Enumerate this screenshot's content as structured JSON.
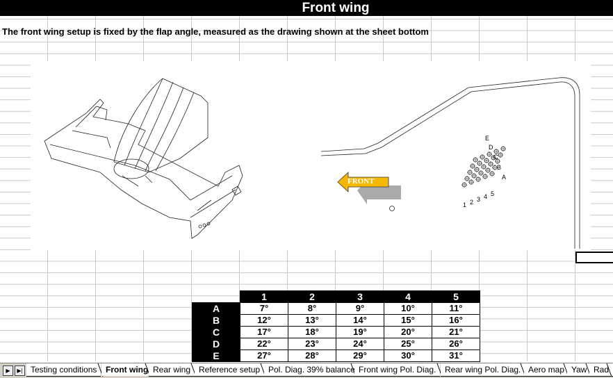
{
  "sheet": {
    "title": "Front wing",
    "description": "The front wing setup is fixed by the flap angle, measured as the drawing shown at the sheet bottom"
  },
  "drawing": {
    "arrow_label": "FRONT",
    "hole_rows": [
      "A",
      "B",
      "C",
      "D",
      "E"
    ],
    "hole_cols": [
      "1",
      "2",
      "3",
      "4",
      "5"
    ],
    "arrow_color": "#f5b800"
  },
  "setup_table": {
    "columns": [
      "1",
      "2",
      "3",
      "4",
      "5"
    ],
    "rows": [
      {
        "label": "A",
        "values": [
          "7°",
          "8°",
          "9°",
          "10°",
          "11°"
        ]
      },
      {
        "label": "B",
        "values": [
          "12°",
          "13°",
          "14°",
          "15°",
          "16°"
        ]
      },
      {
        "label": "C",
        "values": [
          "17°",
          "18°",
          "19°",
          "20°",
          "21°"
        ]
      },
      {
        "label": "D",
        "values": [
          "22°",
          "23°",
          "24°",
          "25°",
          "26°"
        ]
      },
      {
        "label": "E",
        "values": [
          "27°",
          "28°",
          "29°",
          "30°",
          "31°"
        ]
      }
    ]
  },
  "tabs": [
    {
      "label": "Testing conditions",
      "active": false
    },
    {
      "label": "Front wing",
      "active": true
    },
    {
      "label": "Rear wing",
      "active": false
    },
    {
      "label": "Reference setup",
      "active": false
    },
    {
      "label": "Pol. Diag. 39% balance",
      "active": false
    },
    {
      "label": "Front wing Pol. Diag.",
      "active": false
    },
    {
      "label": "Rear wing Pol. Diag.",
      "active": false
    },
    {
      "label": "Aero map",
      "active": false
    },
    {
      "label": "Yaw",
      "active": false
    },
    {
      "label": "Rad",
      "active": false
    }
  ]
}
